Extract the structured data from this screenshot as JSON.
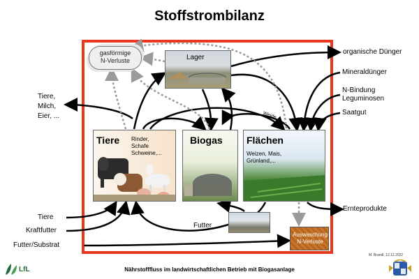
{
  "title": "Stoffstrombilanz",
  "footer": "Nährstofffluss  im  landwirtschaftlichen  Betrieb  mit  Biogasanlage",
  "logo": "LfL",
  "author": "M. Brandl,  12.12.2022",
  "nodes": {
    "gas_losses": "gasförmige\nN-Verluste",
    "storage": "Lager",
    "animals": {
      "title": "Tiere",
      "subtitle": "Rinder,\nSchafe\nSchweine,..."
    },
    "biogas": {
      "title": "Biogas"
    },
    "fields": {
      "title": "Flächen",
      "subtitle": "Weizen, Mais,\nGrünland,..."
    },
    "leaching": "Auswaschung\nN-Verluste"
  },
  "inputs": [
    "Tiere",
    "Kraftfutter",
    "Futter/Substrat",
    "Mineraldünger",
    "N-Bindung\nLeguminosen",
    "Saatgut"
  ],
  "outputs": [
    "Tiere,\nMilch,\nEier, ...",
    "organische Dünger",
    "Ernteprodukte"
  ],
  "internal_labels": {
    "pasture": "Weide",
    "feed": "Futter"
  },
  "colors": {
    "system_frame": "#e8391f",
    "arrows": "#000000",
    "loss_arrows": "#9a9a9a",
    "logo": "#1f6b3a"
  },
  "icons": [
    "lfl-logo-icon",
    "bavaria-coat-of-arms-icon"
  ]
}
